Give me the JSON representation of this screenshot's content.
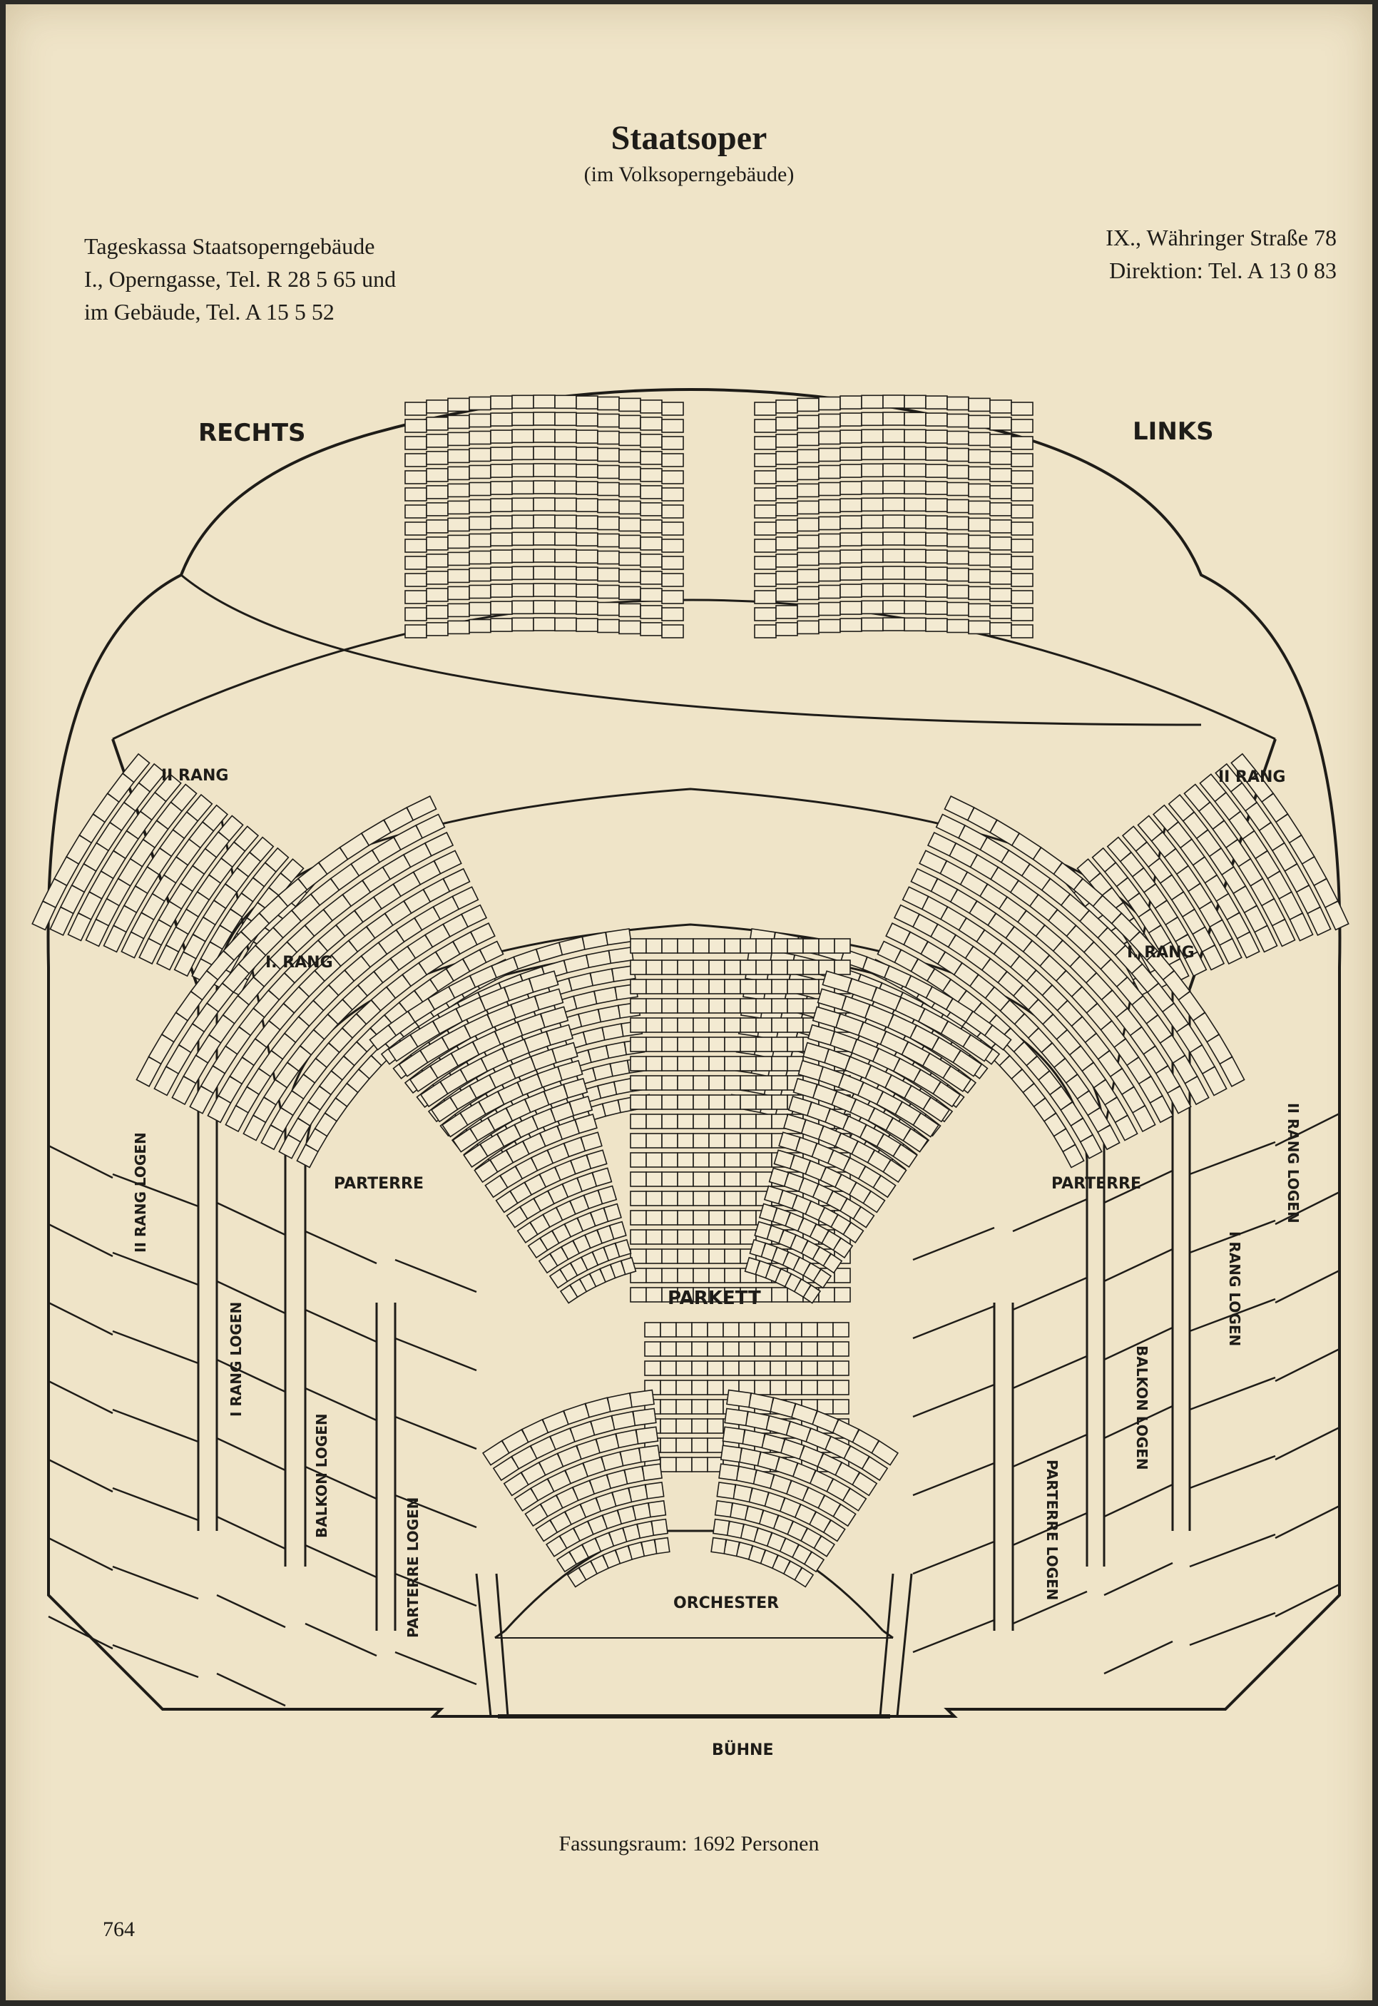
{
  "header": {
    "title": "Staatsoper",
    "subtitle": "(im Volksoperngebäude)"
  },
  "info_left": [
    "Tageskassa Staatsoperngebäude",
    "I., Operngasse, Tel. R 28 5 65 und",
    "im Gebäude, Tel. A 15 5 52"
  ],
  "info_right": [
    "IX., Währinger Straße 78",
    "Direktion: Tel. A 13 0 83"
  ],
  "plan": {
    "rechts": "RECHTS",
    "links": "LINKS",
    "rang2_left": "II RANG",
    "rang2_right": "II RANG",
    "rang1_left": "I. RANG",
    "rang1_right": "I. RANG",
    "parterre_left": "PARTERRE",
    "parterre_right": "PARTERRE",
    "parkett": "PARKETT",
    "orchester": "ORCHESTER",
    "buehne": "BÜHNE",
    "box_labels": {
      "rang2_logen_left": "II RANG LOGEN",
      "rang1_logen_left": "I RANG LOGEN",
      "balkon_logen_left": "BALKON LOGEN",
      "parterre_logen_left": "PARTERRE LOGEN",
      "rang2_logen_right": "II RANG LOGEN",
      "rang1_logen_right": "I RANG LOGEN",
      "balkon_logen_right": "BALKON LOGEN",
      "parterre_logen_right": "PARTERRE LOGEN"
    }
  },
  "footer": {
    "capacity": "Fassungsraum: 1692 Personen",
    "page_number": "764"
  }
}
